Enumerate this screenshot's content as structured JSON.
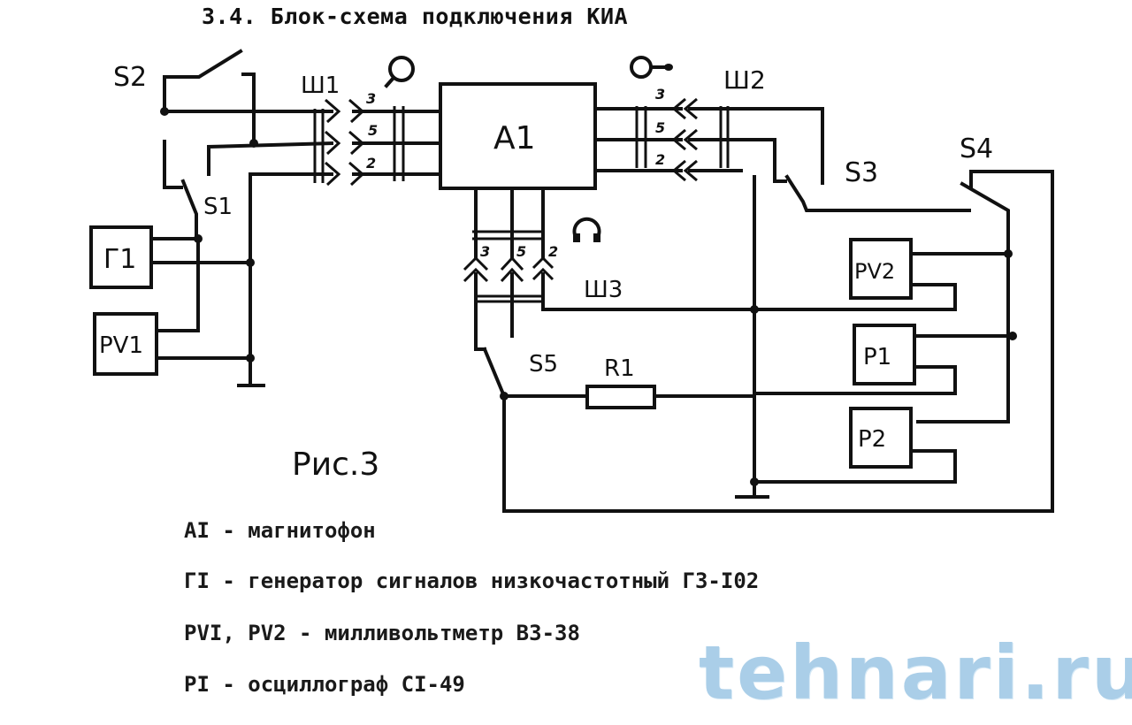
{
  "title": "3.4. Блок-схема подключения КИА",
  "figure_caption": "Рис.3",
  "components": {
    "A1": "A1",
    "G1": "Г1",
    "PV1": "PV1",
    "PV2": "PV2",
    "P1": "P1",
    "P2": "P2",
    "R1": "R1"
  },
  "switches": {
    "S1": "S1",
    "S2": "S2",
    "S3": "S3",
    "S4": "S4",
    "S5": "S5"
  },
  "connectors": {
    "X1": {
      "label": "Ш1",
      "pins": [
        "3",
        "5",
        "2"
      ],
      "symbol": "microphone-icon"
    },
    "X2": {
      "label": "Ш2",
      "pins": [
        "3",
        "5",
        "2"
      ],
      "symbol": "line-out-icon"
    },
    "X3": {
      "label": "Ш3",
      "pins": [
        "3",
        "5",
        "2"
      ],
      "symbol": "headphones-icon"
    }
  },
  "legend": [
    "AI - магнитофон",
    "ГI - генератор сигналов низкочастотный Г3-I02",
    "PVI, PV2 - милливольтметр В3-38",
    "PI - осциллограф СI-49"
  ],
  "watermark": "tehnari.ru"
}
